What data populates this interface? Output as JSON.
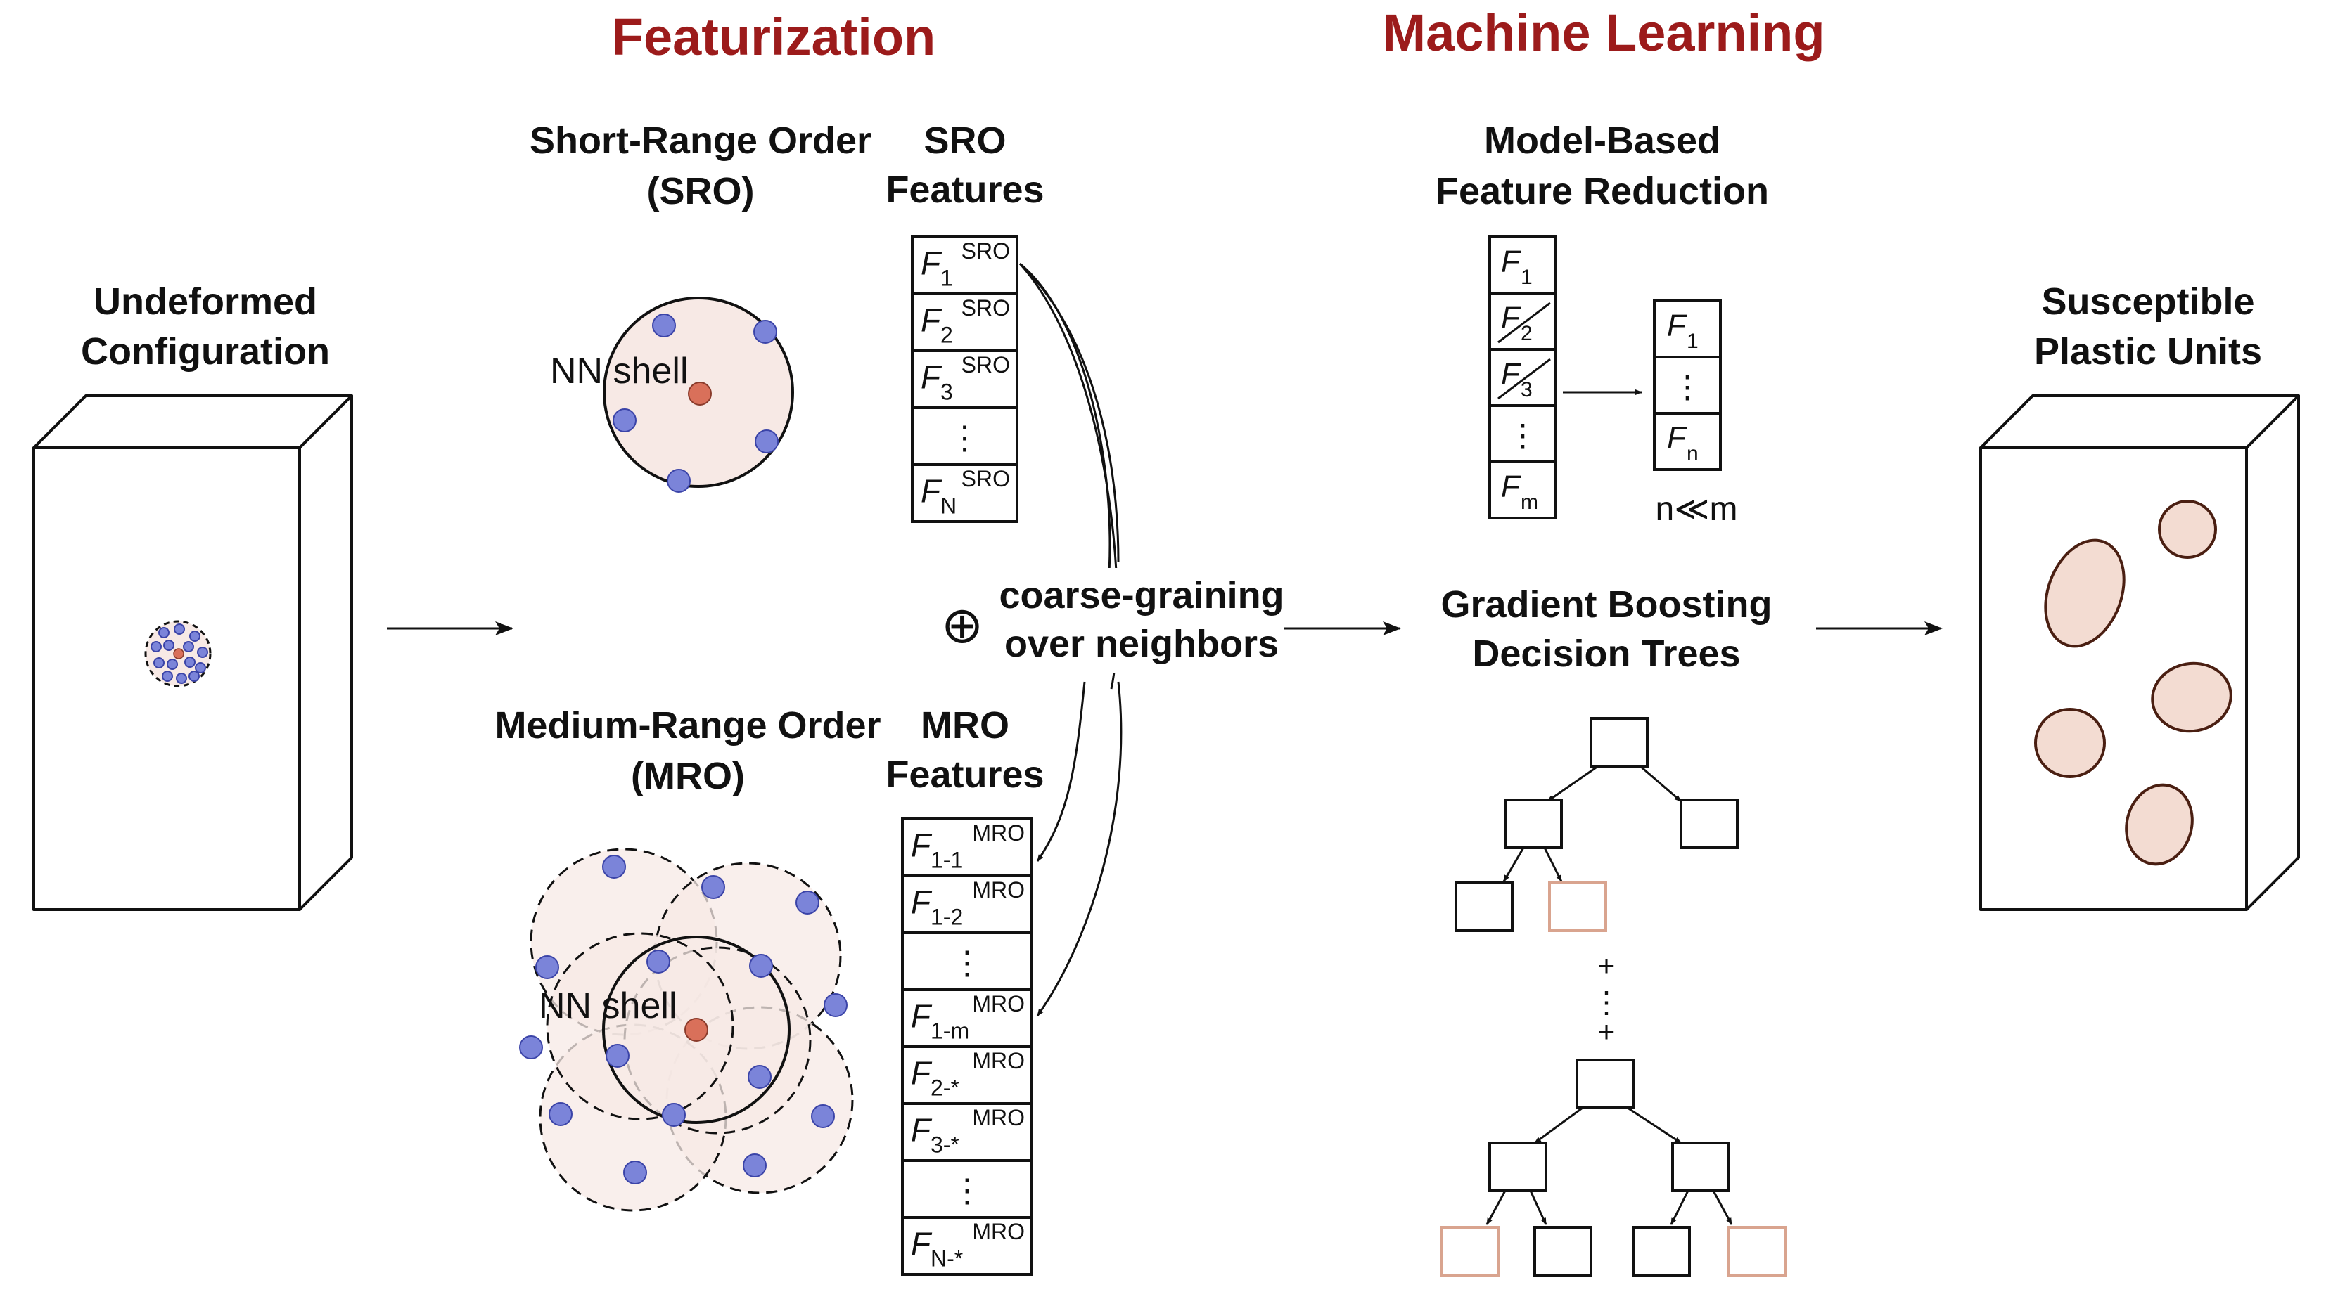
{
  "colors": {
    "heading": "#9c1b1b",
    "atom_fill": "#7b84d9",
    "atom_stroke": "#3b44a8",
    "center_atom": "#d9705a",
    "shell_fill": "#f7e9e5",
    "unit_fill": "#f3dcd2",
    "unit_stroke": "#4a1f12",
    "leaf_highlight": "#d9a48f",
    "line": "#111111"
  },
  "headings": {
    "featurization": "Featurization",
    "machine_learning": "Machine Learning"
  },
  "undeformed": {
    "line1": "Undeformed",
    "line2": "Configuration"
  },
  "sro": {
    "title_line1": "Short-Range Order",
    "title_line2": "(SRO)",
    "shell_label": "NN shell",
    "features_title_line1": "SRO",
    "features_title_line2": "Features",
    "features": [
      {
        "base": "F",
        "sub": "1",
        "sup": "SRO"
      },
      {
        "base": "F",
        "sub": "2",
        "sup": "SRO"
      },
      {
        "base": "F",
        "sub": "3",
        "sup": "SRO"
      },
      {
        "base": "⋮",
        "sub": "",
        "sup": ""
      },
      {
        "base": "F",
        "sub": "N",
        "sup": "SRO"
      }
    ]
  },
  "mro": {
    "title_line1": "Medium-Range Order",
    "title_line2": "(MRO)",
    "shell_label": "NN shell",
    "features_title_line1": "MRO",
    "features_title_line2": "Features",
    "features": [
      {
        "base": "F",
        "sub": "1-1",
        "sup": "MRO"
      },
      {
        "base": "F",
        "sub": "1-2",
        "sup": "MRO"
      },
      {
        "base": "⋮",
        "sub": "",
        "sup": ""
      },
      {
        "base": "F",
        "sub": "1-m",
        "sup": "MRO"
      },
      {
        "base": "F",
        "sub": "2-*",
        "sup": "MRO"
      },
      {
        "base": "F",
        "sub": "3-*",
        "sup": "MRO"
      },
      {
        "base": "⋮",
        "sub": "",
        "sup": ""
      },
      {
        "base": "F",
        "sub": "N-*",
        "sup": "MRO"
      }
    ]
  },
  "combine": {
    "symbol": "⊕",
    "line1": "coarse-graining",
    "line2": "over neighbors"
  },
  "reduction": {
    "title_line1": "Model-Based",
    "title_line2": "Feature Reduction",
    "full": [
      {
        "base": "F",
        "sub": "1",
        "struck": false
      },
      {
        "base": "F",
        "sub": "2",
        "struck": true
      },
      {
        "base": "F",
        "sub": "3",
        "struck": true
      },
      {
        "base": "⋮",
        "sub": "",
        "struck": false
      },
      {
        "base": "F",
        "sub": "m",
        "struck": false
      }
    ],
    "reduced": [
      {
        "base": "F",
        "sub": "1"
      },
      {
        "base": "⋮",
        "sub": ""
      },
      {
        "base": "F",
        "sub": "n"
      }
    ],
    "relation": "n≪m"
  },
  "gbdt": {
    "title_line1": "Gradient Boosting",
    "title_line2": "Decision Trees",
    "plus": "+",
    "vdots": "⋮"
  },
  "output": {
    "line1": "Susceptible",
    "line2": "Plastic Units"
  }
}
